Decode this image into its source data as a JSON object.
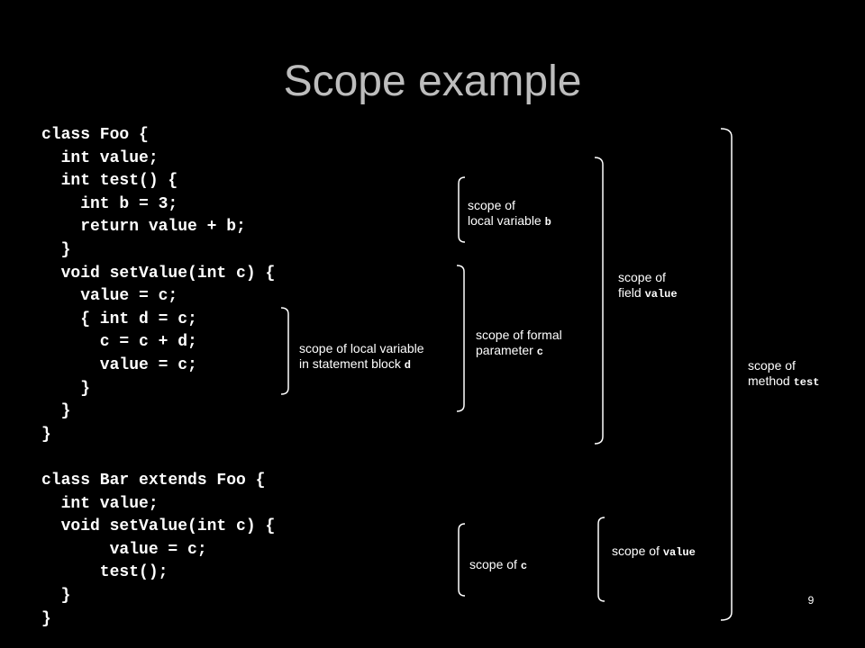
{
  "title": "Scope example",
  "code_lines": [
    "class Foo {",
    "  int value;",
    "  int test() {",
    "    int b = 3;",
    "    return value + b;",
    "  }",
    "  void setValue(int c) {",
    "    value = c;",
    "    { int d = c;",
    "      c = c + d;",
    "      value = c;",
    "    }",
    "  }",
    "}",
    "",
    "class Bar extends Foo {",
    "  int value;",
    "  void setValue(int c) {",
    "       value = c;",
    "      test();",
    "  }",
    "}"
  ],
  "annotations": {
    "local_b": {
      "line1": "scope of",
      "line2_text": "local variable ",
      "line2_code": "b"
    },
    "block_d": {
      "line1": "scope of local variable",
      "line2_text": "in statement block ",
      "line2_code": "d"
    },
    "formal_c": {
      "line1": "scope of formal",
      "line2_text": "parameter ",
      "line2_code": "c"
    },
    "field_value": {
      "line1": "scope of",
      "line2_text": "field ",
      "line2_code": "value"
    },
    "method_test": {
      "line1": "scope of",
      "line2_text": "method ",
      "line2_code": "test"
    },
    "bar_c": {
      "text": "scope of ",
      "code": "c"
    },
    "bar_value": {
      "text": "scope of ",
      "code": "value"
    }
  },
  "page_number": "9"
}
